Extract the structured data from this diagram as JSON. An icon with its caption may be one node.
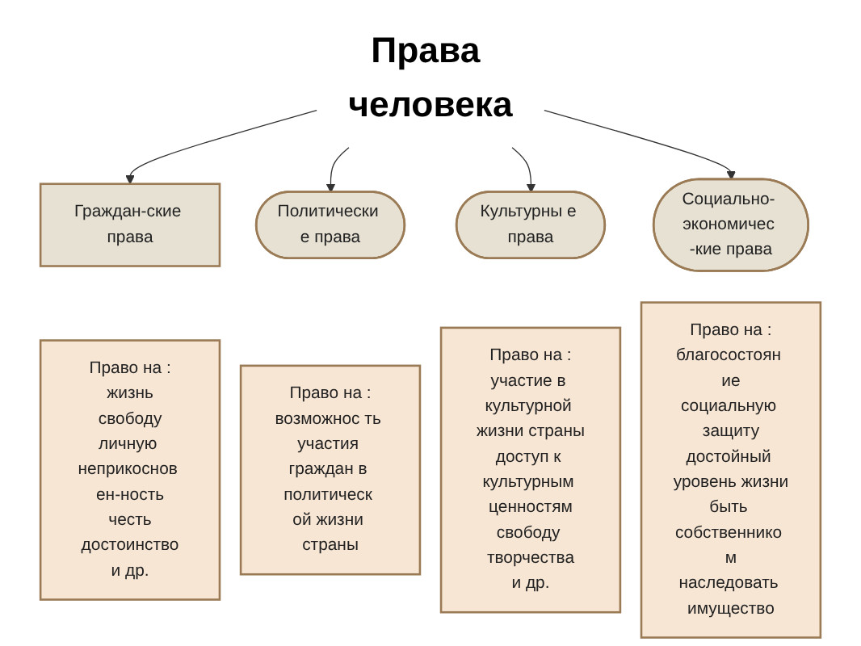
{
  "diagram": {
    "nodes": [
      {
        "text": [
          "Права человека"
        ]
      },
      {
        "text": [
          "Граждан-ские права"
        ]
      },
      {
        "text": [
          "Политически е права"
        ]
      },
      {
        "text": [
          "Культурны е права"
        ]
      },
      {
        "text": [
          "Социально- экономичес -кие права"
        ]
      },
      {
        "text": [
          "Право на :",
          "жизнь",
          "свободу",
          "личную неприкоснов ен-ность",
          "честь",
          "достоинство",
          "и др."
        ]
      },
      {
        "text": [
          "Право на :",
          "возможнос ть участия граждан в политическ ой жизни страны"
        ]
      },
      {
        "text": [
          "Право на :",
          "участие в культурной жизни страны",
          "доступ к культурным ценностям",
          "свободу творчества",
          "и др."
        ]
      },
      {
        "text": [
          "Право на :",
          "благосостоян ие",
          "социальную защиту",
          "достойный уровень жизни",
          "быть собственнико м",
          "наследовать имущество"
        ]
      }
    ],
    "edges": [
      {
        "from": 0,
        "to": 1,
        "arrow": "to"
      },
      {
        "from": 0,
        "to": 2,
        "arrow": "to"
      },
      {
        "from": 0,
        "to": 3,
        "arrow": "to"
      },
      {
        "from": 0,
        "to": 4,
        "arrow": "to"
      }
    ]
  }
}
